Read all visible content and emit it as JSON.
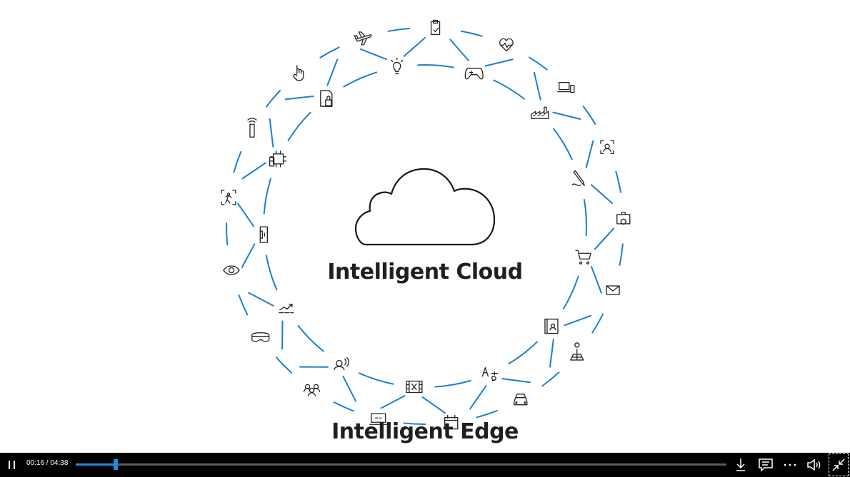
{
  "diagram": {
    "center_label": "Intelligent Cloud",
    "bottom_label": "Intelligent Edge",
    "accent_color": "#1a7fd4",
    "icons": [
      "clipboard-check-icon",
      "heart-pulse-icon",
      "devices-icon",
      "user-scan-icon",
      "camera-icon",
      "mail-icon",
      "map-pin-icon",
      "car-icon",
      "calendar-icon",
      "thermostat-icon",
      "people-icon",
      "mixed-reality-headset-icon",
      "eye-icon",
      "person-motion-icon",
      "smart-speaker-icon",
      "touch-hand-icon",
      "airplane-icon",
      "lightbulb-icon",
      "game-controller-icon",
      "factory-icon",
      "pen-stylus-icon",
      "shopping-cart-icon",
      "contact-card-icon",
      "translate-icon",
      "film-icon",
      "voice-user-icon",
      "trending-up-icon",
      "phone-side-icon",
      "chip-icon",
      "lock-file-icon"
    ]
  },
  "player": {
    "time_display": "00:16 / 04:38",
    "progress_fraction": 0.061,
    "progress_color": "#1a8ee0"
  }
}
